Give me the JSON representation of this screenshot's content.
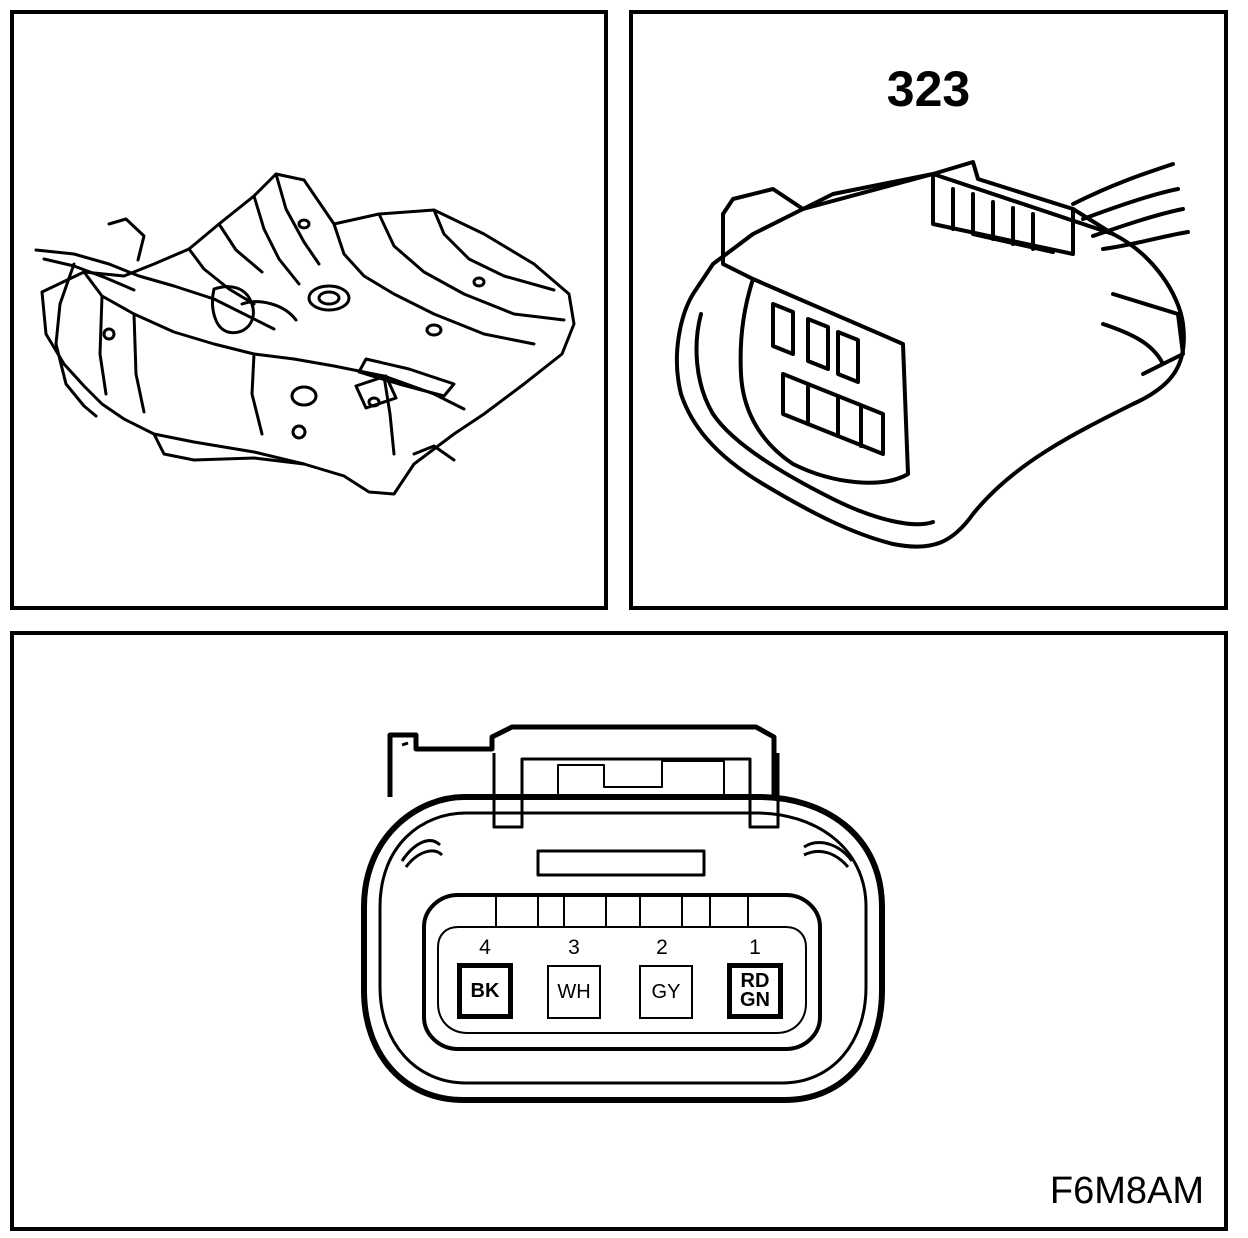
{
  "connector_number": "323",
  "figure_code": "F6M8AM",
  "pins": [
    {
      "number": "4",
      "color": "BK",
      "bold": true
    },
    {
      "number": "3",
      "color": "WH",
      "bold": false
    },
    {
      "number": "2",
      "color": "GY",
      "bold": false
    },
    {
      "number": "1",
      "color": "RD\nGN",
      "bold": true
    }
  ]
}
